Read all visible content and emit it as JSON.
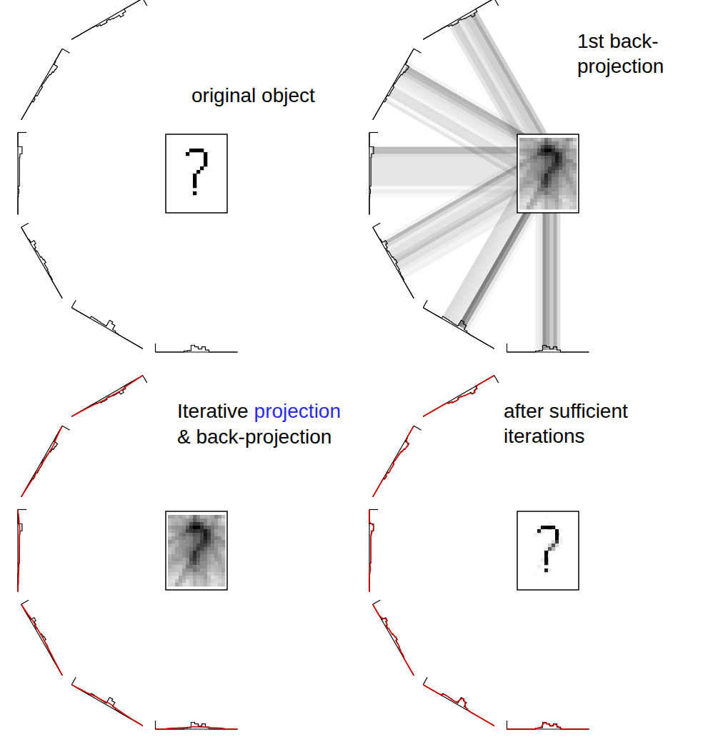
{
  "diagram": {
    "labels": [
      "original object",
      "1st back-projection",
      "Iterative",
      "projection",
      "& back-projection",
      "after sufficient iterations"
    ]
  }
}
